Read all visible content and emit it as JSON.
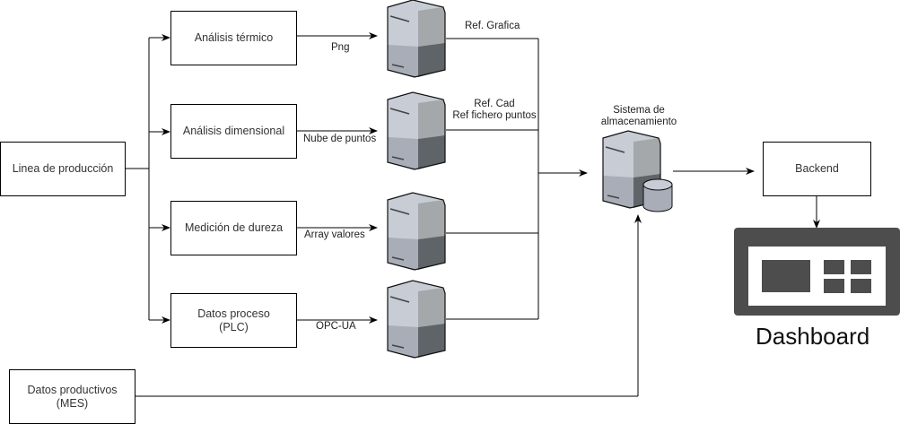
{
  "diagram": {
    "source": {
      "label": "Linea de producción"
    },
    "processes": [
      {
        "label": "Análisis térmico",
        "edge_label": "Png",
        "output_label": "Ref. Grafica"
      },
      {
        "label": "Análisis dimensional",
        "edge_label": "Nube de puntos",
        "output_label": "Ref. Cad\nRef fichero puntos"
      },
      {
        "label": "Medición de dureza",
        "edge_label": "Array valores",
        "output_label": ""
      },
      {
        "label": "Datos proceso\n(PLC)",
        "edge_label": "OPC-UA",
        "output_label": ""
      }
    ],
    "mes": {
      "label": "Datos productivos\n(MES)"
    },
    "storage": {
      "label": "Sistema de\nalmacenamiento"
    },
    "backend": {
      "label": "Backend"
    },
    "dashboard": {
      "label": "Dashboard"
    },
    "colors": {
      "line": "#000000",
      "icon_dark": "#4d4d4d",
      "server_light": "#c8ccd4",
      "server_mid": "#a4a8ab",
      "server_dark": "#5f6468"
    }
  }
}
